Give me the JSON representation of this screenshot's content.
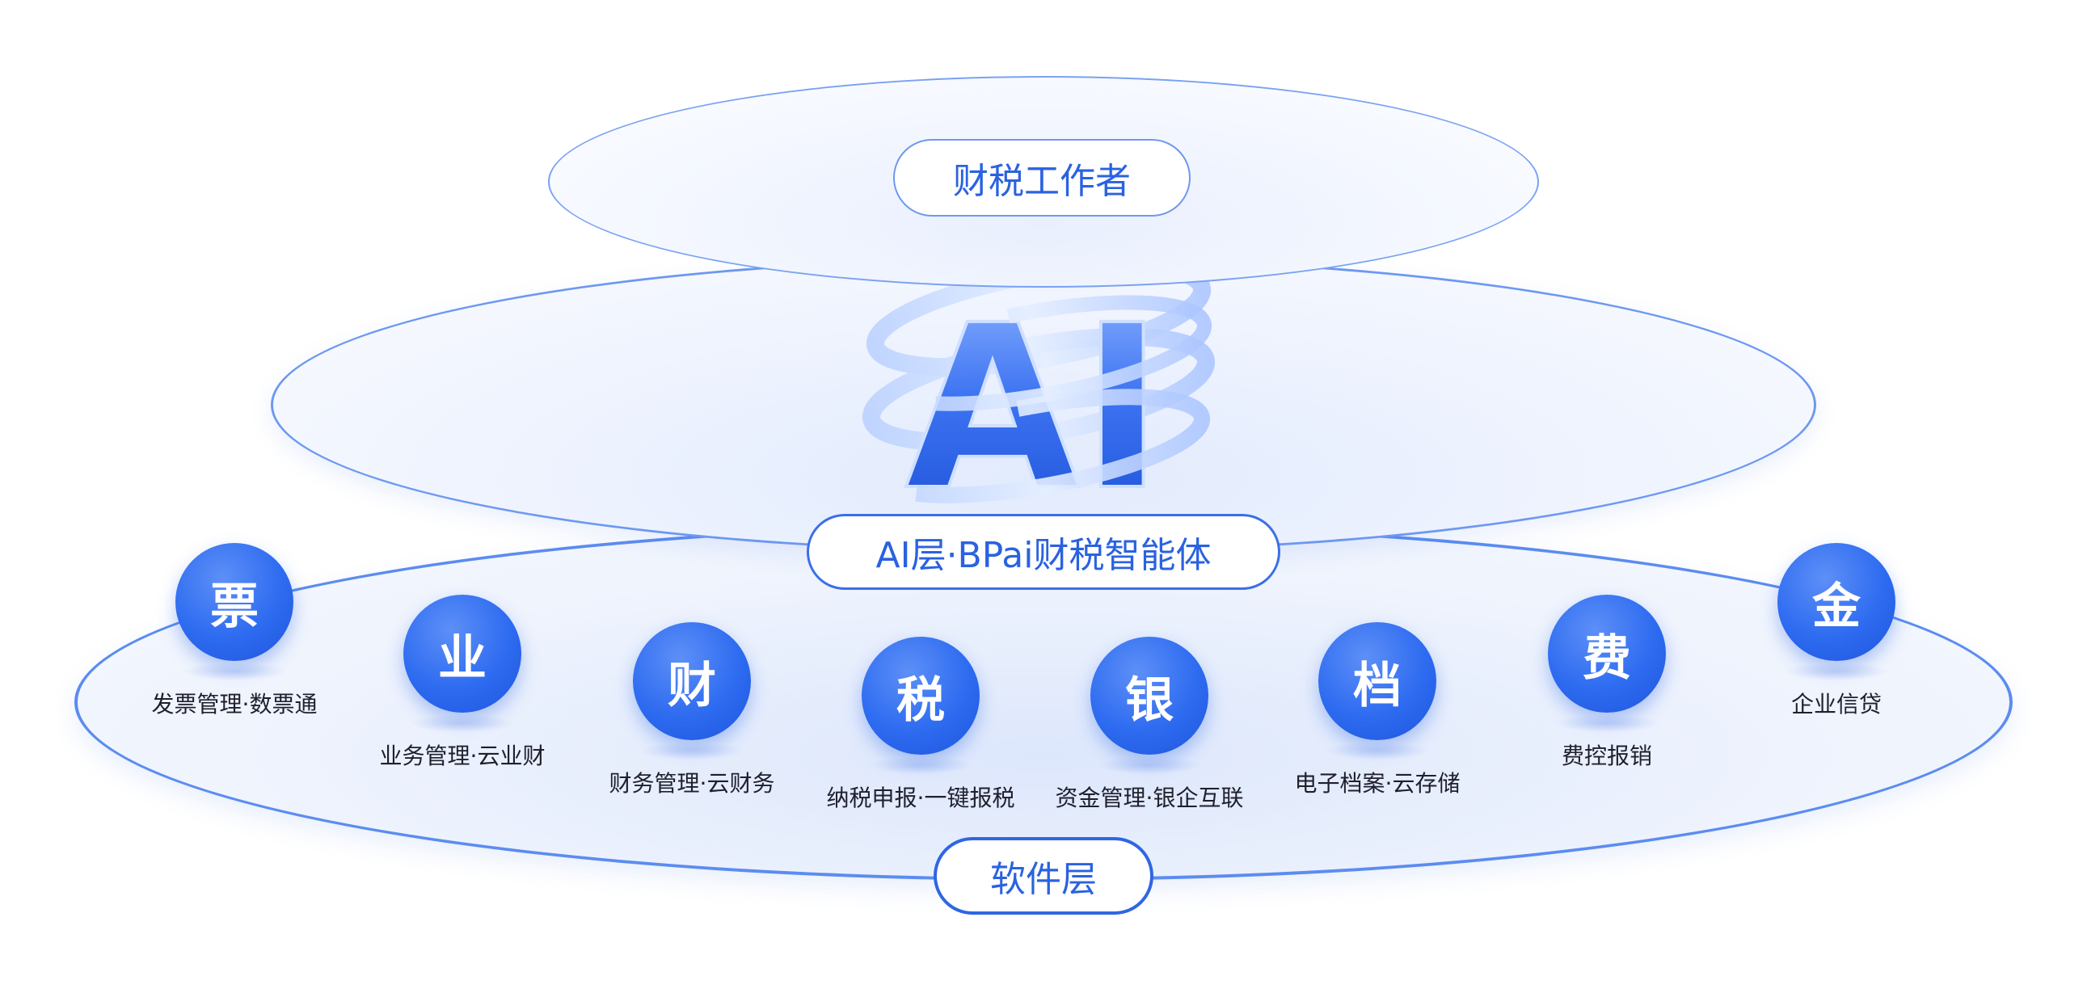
{
  "layers": {
    "top_label": "财税工作者",
    "ai_label": "AI层·BPai财税智能体",
    "software_label": "软件层"
  },
  "emblem": {
    "text": "AI"
  },
  "modules": [
    {
      "glyph": "票",
      "label": "发票管理·数票通"
    },
    {
      "glyph": "业",
      "label": "业务管理·云业财"
    },
    {
      "glyph": "财",
      "label": "财务管理·云财务"
    },
    {
      "glyph": "税",
      "label": "纳税申报·一键报税"
    },
    {
      "glyph": "银",
      "label": "资金管理·银企互联"
    },
    {
      "glyph": "档",
      "label": "电子档案·云存储"
    },
    {
      "glyph": "费",
      "label": "费控报销"
    },
    {
      "glyph": "金",
      "label": "企业信贷"
    }
  ],
  "colors": {
    "accent": "#2f66e3",
    "circle": "#2d6bf0",
    "label_text": "#1f1f2e"
  }
}
